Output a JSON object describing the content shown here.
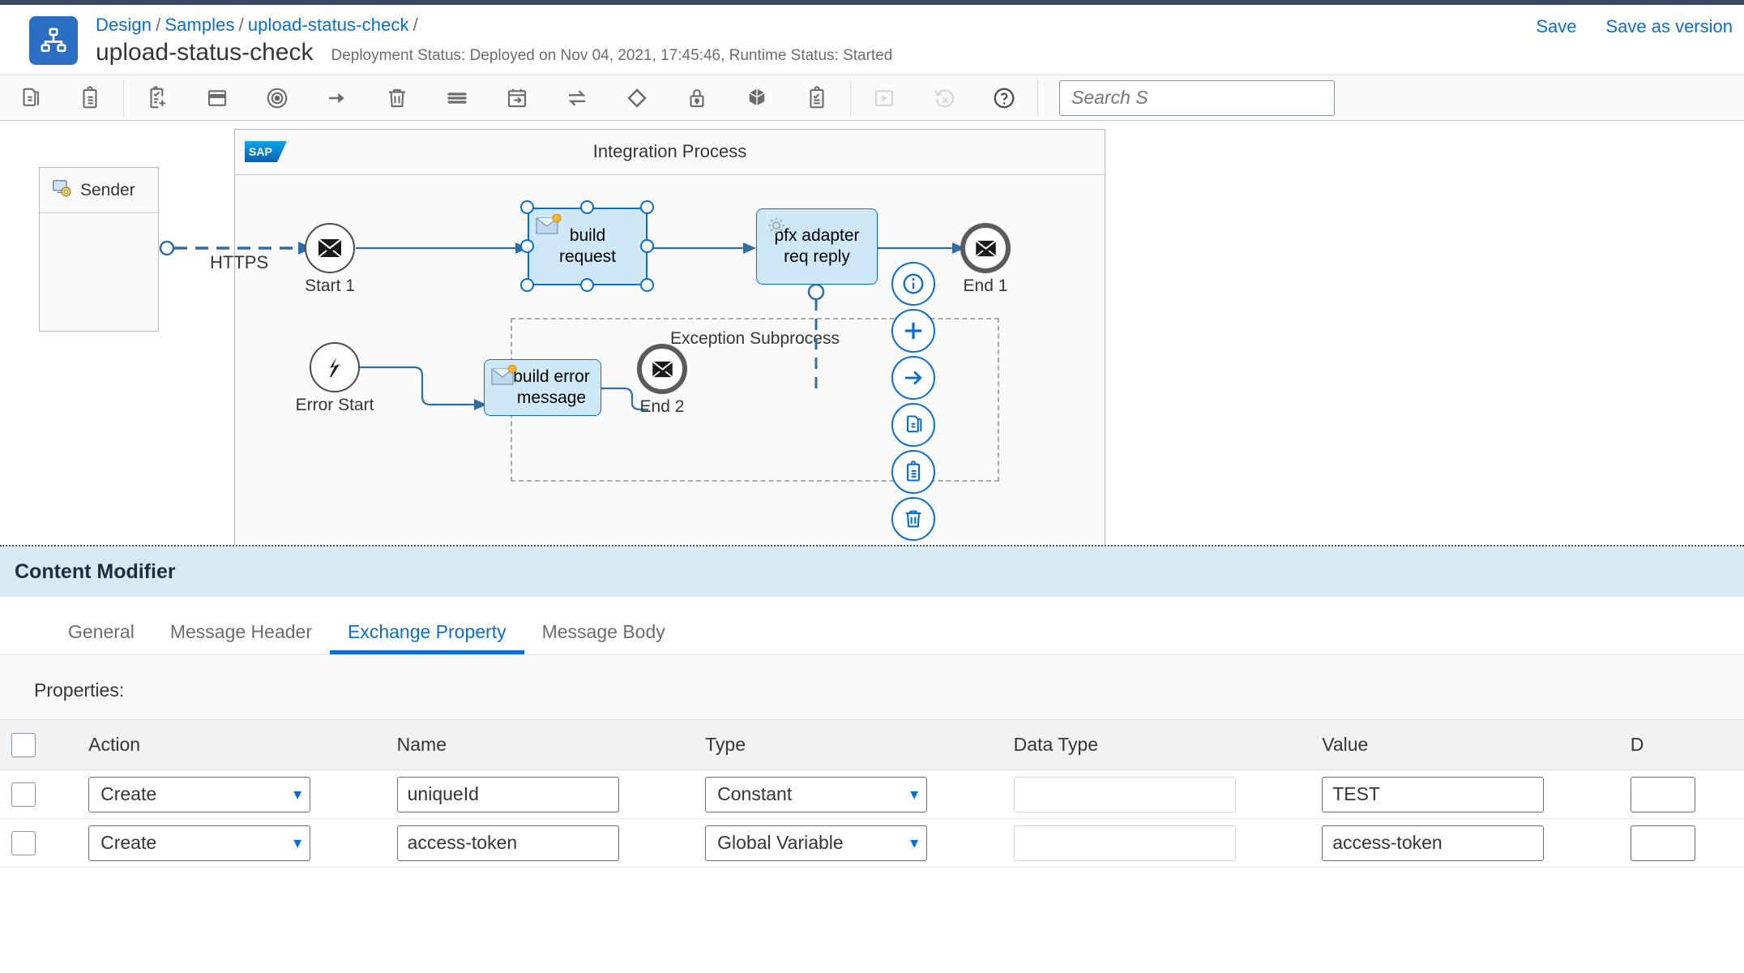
{
  "header": {
    "app_icon": "org-chart-icon",
    "breadcrumb": [
      "Design",
      "Samples",
      "upload-status-check"
    ],
    "title": "upload-status-check",
    "deployment_status": "Deployment Status: Deployed on Nov 04, 2021, 17:45:46, Runtime Status: Started",
    "actions": [
      {
        "label": "Save",
        "name": "save-button"
      },
      {
        "label": "Save as version",
        "name": "save-as-version-button"
      }
    ]
  },
  "toolbar": {
    "groups": [
      {
        "items": [
          {
            "name": "copy-icon",
            "icon": "copy",
            "disabled": false
          },
          {
            "name": "paste-icon",
            "icon": "paste",
            "disabled": false
          }
        ]
      },
      {
        "items": [
          {
            "name": "add-task-icon",
            "icon": "clipboard-plus",
            "disabled": false
          },
          {
            "name": "pool-icon",
            "icon": "pool",
            "disabled": false
          },
          {
            "name": "event-icon",
            "icon": "target",
            "disabled": false
          },
          {
            "name": "sequence-flow-icon",
            "icon": "arrow-right",
            "disabled": false
          },
          {
            "name": "delete-icon",
            "icon": "trash",
            "disabled": false
          },
          {
            "name": "list-icon",
            "icon": "hamburger",
            "disabled": false
          },
          {
            "name": "call-activity-icon",
            "icon": "calendar-arrow",
            "disabled": false
          },
          {
            "name": "converter-icon",
            "icon": "swap-arrows",
            "disabled": false
          },
          {
            "name": "gateway-icon",
            "icon": "diamond",
            "disabled": false
          },
          {
            "name": "security-icon",
            "icon": "lock",
            "disabled": false
          },
          {
            "name": "external-call-icon",
            "icon": "cube",
            "disabled": false
          },
          {
            "name": "validator-icon",
            "icon": "clipboard-check",
            "disabled": false
          }
        ]
      },
      {
        "items": [
          {
            "name": "deploy-icon",
            "icon": "play",
            "disabled": true
          },
          {
            "name": "undo-deploy-icon",
            "icon": "undo-x",
            "disabled": true
          },
          {
            "name": "help-icon",
            "icon": "question-circle",
            "disabled": false
          }
        ]
      }
    ],
    "search": {
      "name": "search-input",
      "value": "",
      "placeholder": "Search S"
    }
  },
  "canvas": {
    "sender_pool": {
      "label": "Sender",
      "icon": "sender-system-icon"
    },
    "process_pool": {
      "title": "Integration Process",
      "logo": "sap-logo"
    },
    "connection_label": "HTTPS",
    "nodes": [
      {
        "name": "start-event-1",
        "label": "Start 1",
        "type": "message-start-event"
      },
      {
        "name": "task-build-request",
        "label": "build request",
        "type": "content-modifier",
        "selected": true
      },
      {
        "name": "task-pfx-adapter",
        "label": "pfx adapter req reply",
        "type": "request-reply"
      },
      {
        "name": "end-event-1",
        "label": "End 1",
        "type": "message-end-event"
      }
    ],
    "subprocess": {
      "title": "Exception Subprocess",
      "nodes": [
        {
          "name": "error-start-event",
          "label": "Error Start",
          "type": "error-start-event"
        },
        {
          "name": "task-build-error-message",
          "label": "build error message",
          "type": "content-modifier"
        },
        {
          "name": "end-event-2",
          "label": "End 2",
          "type": "message-end-event"
        }
      ]
    },
    "context_toolbar": [
      {
        "name": "info-icon",
        "icon": "info"
      },
      {
        "name": "add-icon",
        "icon": "plus"
      },
      {
        "name": "connect-icon",
        "icon": "arrow-right"
      },
      {
        "name": "copy-icon",
        "icon": "copy"
      },
      {
        "name": "paste-icon",
        "icon": "paste"
      },
      {
        "name": "delete-icon",
        "icon": "trash"
      }
    ]
  },
  "sheet": {
    "title": "Content Modifier",
    "tabs": [
      {
        "label": "General",
        "active": false
      },
      {
        "label": "Message Header",
        "active": false
      },
      {
        "label": "Exchange Property",
        "active": true
      },
      {
        "label": "Message Body",
        "active": false
      }
    ],
    "properties_label": "Properties:",
    "columns": [
      "Action",
      "Name",
      "Type",
      "Data Type",
      "Value",
      "D"
    ],
    "rows": [
      {
        "action": "Create",
        "name": "uniqueId",
        "type": "Constant",
        "data_type": "",
        "value": "TEST",
        "last": "",
        "checked": false
      },
      {
        "action": "Create",
        "name": "access-token",
        "type": "Global Variable",
        "data_type": "",
        "value": "access-token",
        "last": "",
        "checked": false
      }
    ]
  },
  "colors": {
    "accent": "#0a6ed1",
    "header_strip": "#354a5f",
    "sheet_title_bg": "#d9eaf7",
    "task_fill": "#cfe8f7"
  }
}
